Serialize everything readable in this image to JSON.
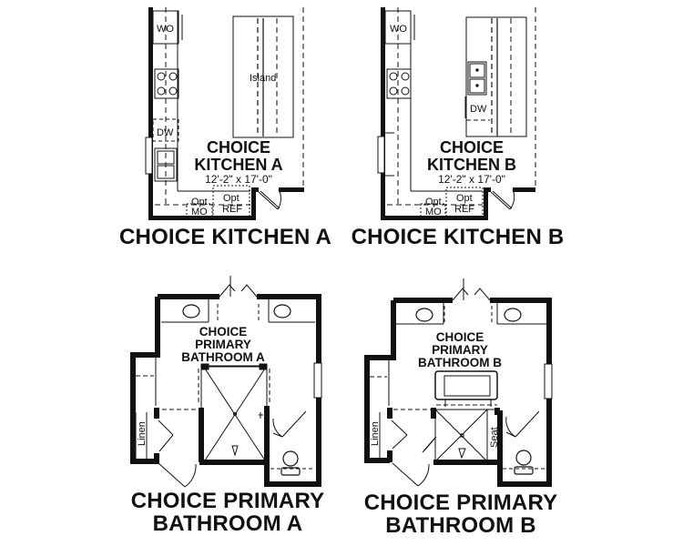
{
  "plans": [
    {
      "id": "kitchen-a",
      "caption": "CHOICE KITCHEN A",
      "room_label_line1": "CHOICE",
      "room_label_line2": "KITCHEN A",
      "dimensions": "12'-2\" x 17'-0\"",
      "fixtures": {
        "wall_oven": "WO",
        "island": "Island",
        "dishwasher": "DW",
        "opt_mo_1": "Opt",
        "opt_mo_2": "MO",
        "opt_ref_1": "Opt",
        "opt_ref_2": "REF"
      }
    },
    {
      "id": "kitchen-b",
      "caption": "CHOICE KITCHEN B",
      "room_label_line1": "CHOICE",
      "room_label_line2": "KITCHEN B",
      "dimensions": "12'-2\" x 17'-0\"",
      "fixtures": {
        "wall_oven": "WO",
        "dishwasher": "DW",
        "opt_mo_1": "Opt",
        "opt_mo_2": "MO",
        "opt_ref_1": "Opt",
        "opt_ref_2": "REF"
      }
    },
    {
      "id": "bath-a",
      "caption_line1": "CHOICE PRIMARY",
      "caption_line2": "BATHROOM A",
      "room_label_line1": "CHOICE",
      "room_label_line2": "PRIMARY",
      "room_label_line3": "BATHROOM A",
      "fixtures": {
        "linen": "Linen"
      }
    },
    {
      "id": "bath-b",
      "caption_line1": "CHOICE PRIMARY",
      "caption_line2": "BATHROOM B",
      "room_label_line1": "CHOICE",
      "room_label_line2": "PRIMARY",
      "room_label_line3": "BATHROOM B",
      "fixtures": {
        "linen": "Linen",
        "seat": "Seat"
      }
    }
  ],
  "colors": {
    "line": "#111111",
    "background": "#ffffff"
  }
}
